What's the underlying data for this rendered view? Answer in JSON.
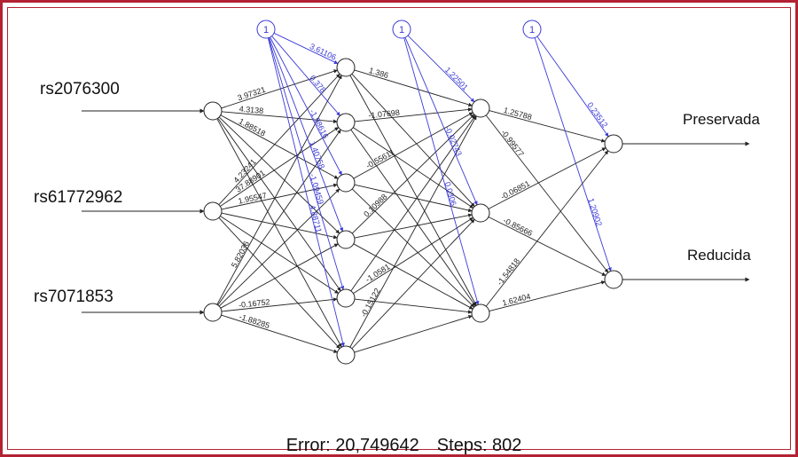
{
  "inputs": [
    "rs2076300",
    "rs61772962",
    "rs7071853"
  ],
  "outputs": [
    "Preservada",
    "Reducida"
  ],
  "bias_label": "1",
  "error_label": "Error: 20,749642",
  "steps_label": "Steps: 802",
  "colors": {
    "frame": "#b22234",
    "black_edges": "#222222",
    "blue_edges": "#3a3ad6"
  },
  "weights": {
    "input_to_h1": [
      [
        "3.97321",
        "4.3138",
        "1.88518",
        "",
        "",
        ""
      ],
      [
        "4.23241",
        "37.88901",
        "1.95547",
        "",
        "",
        ""
      ],
      [
        "5.82036",
        "",
        "",
        "",
        "-0.16752",
        "-1.88285"
      ]
    ],
    "h1_to_h2": [
      [
        "1.386",
        "",
        ""
      ],
      [
        "-1.07698",
        "",
        ""
      ],
      [
        "-0.55611",
        "",
        ""
      ],
      [
        "0.10988",
        "",
        ""
      ],
      [
        "",
        "-1.0581",
        ""
      ],
      [
        "-0.15122",
        "",
        ""
      ]
    ],
    "h2_to_out": [
      [
        "1.25788",
        "-0.99577"
      ],
      [
        "-0.06851",
        "-0.85666"
      ],
      [
        "-1.54818",
        "1.62404"
      ]
    ],
    "bias_h1": [
      "3.61106",
      "0.378",
      "-1.98616",
      "1.40758",
      "-1.09459",
      "4.88711"
    ],
    "bias_h2": [
      "1.22501",
      "-0.02743",
      "0.0306"
    ],
    "bias_out": [
      "0.23512",
      "1.20902"
    ]
  }
}
